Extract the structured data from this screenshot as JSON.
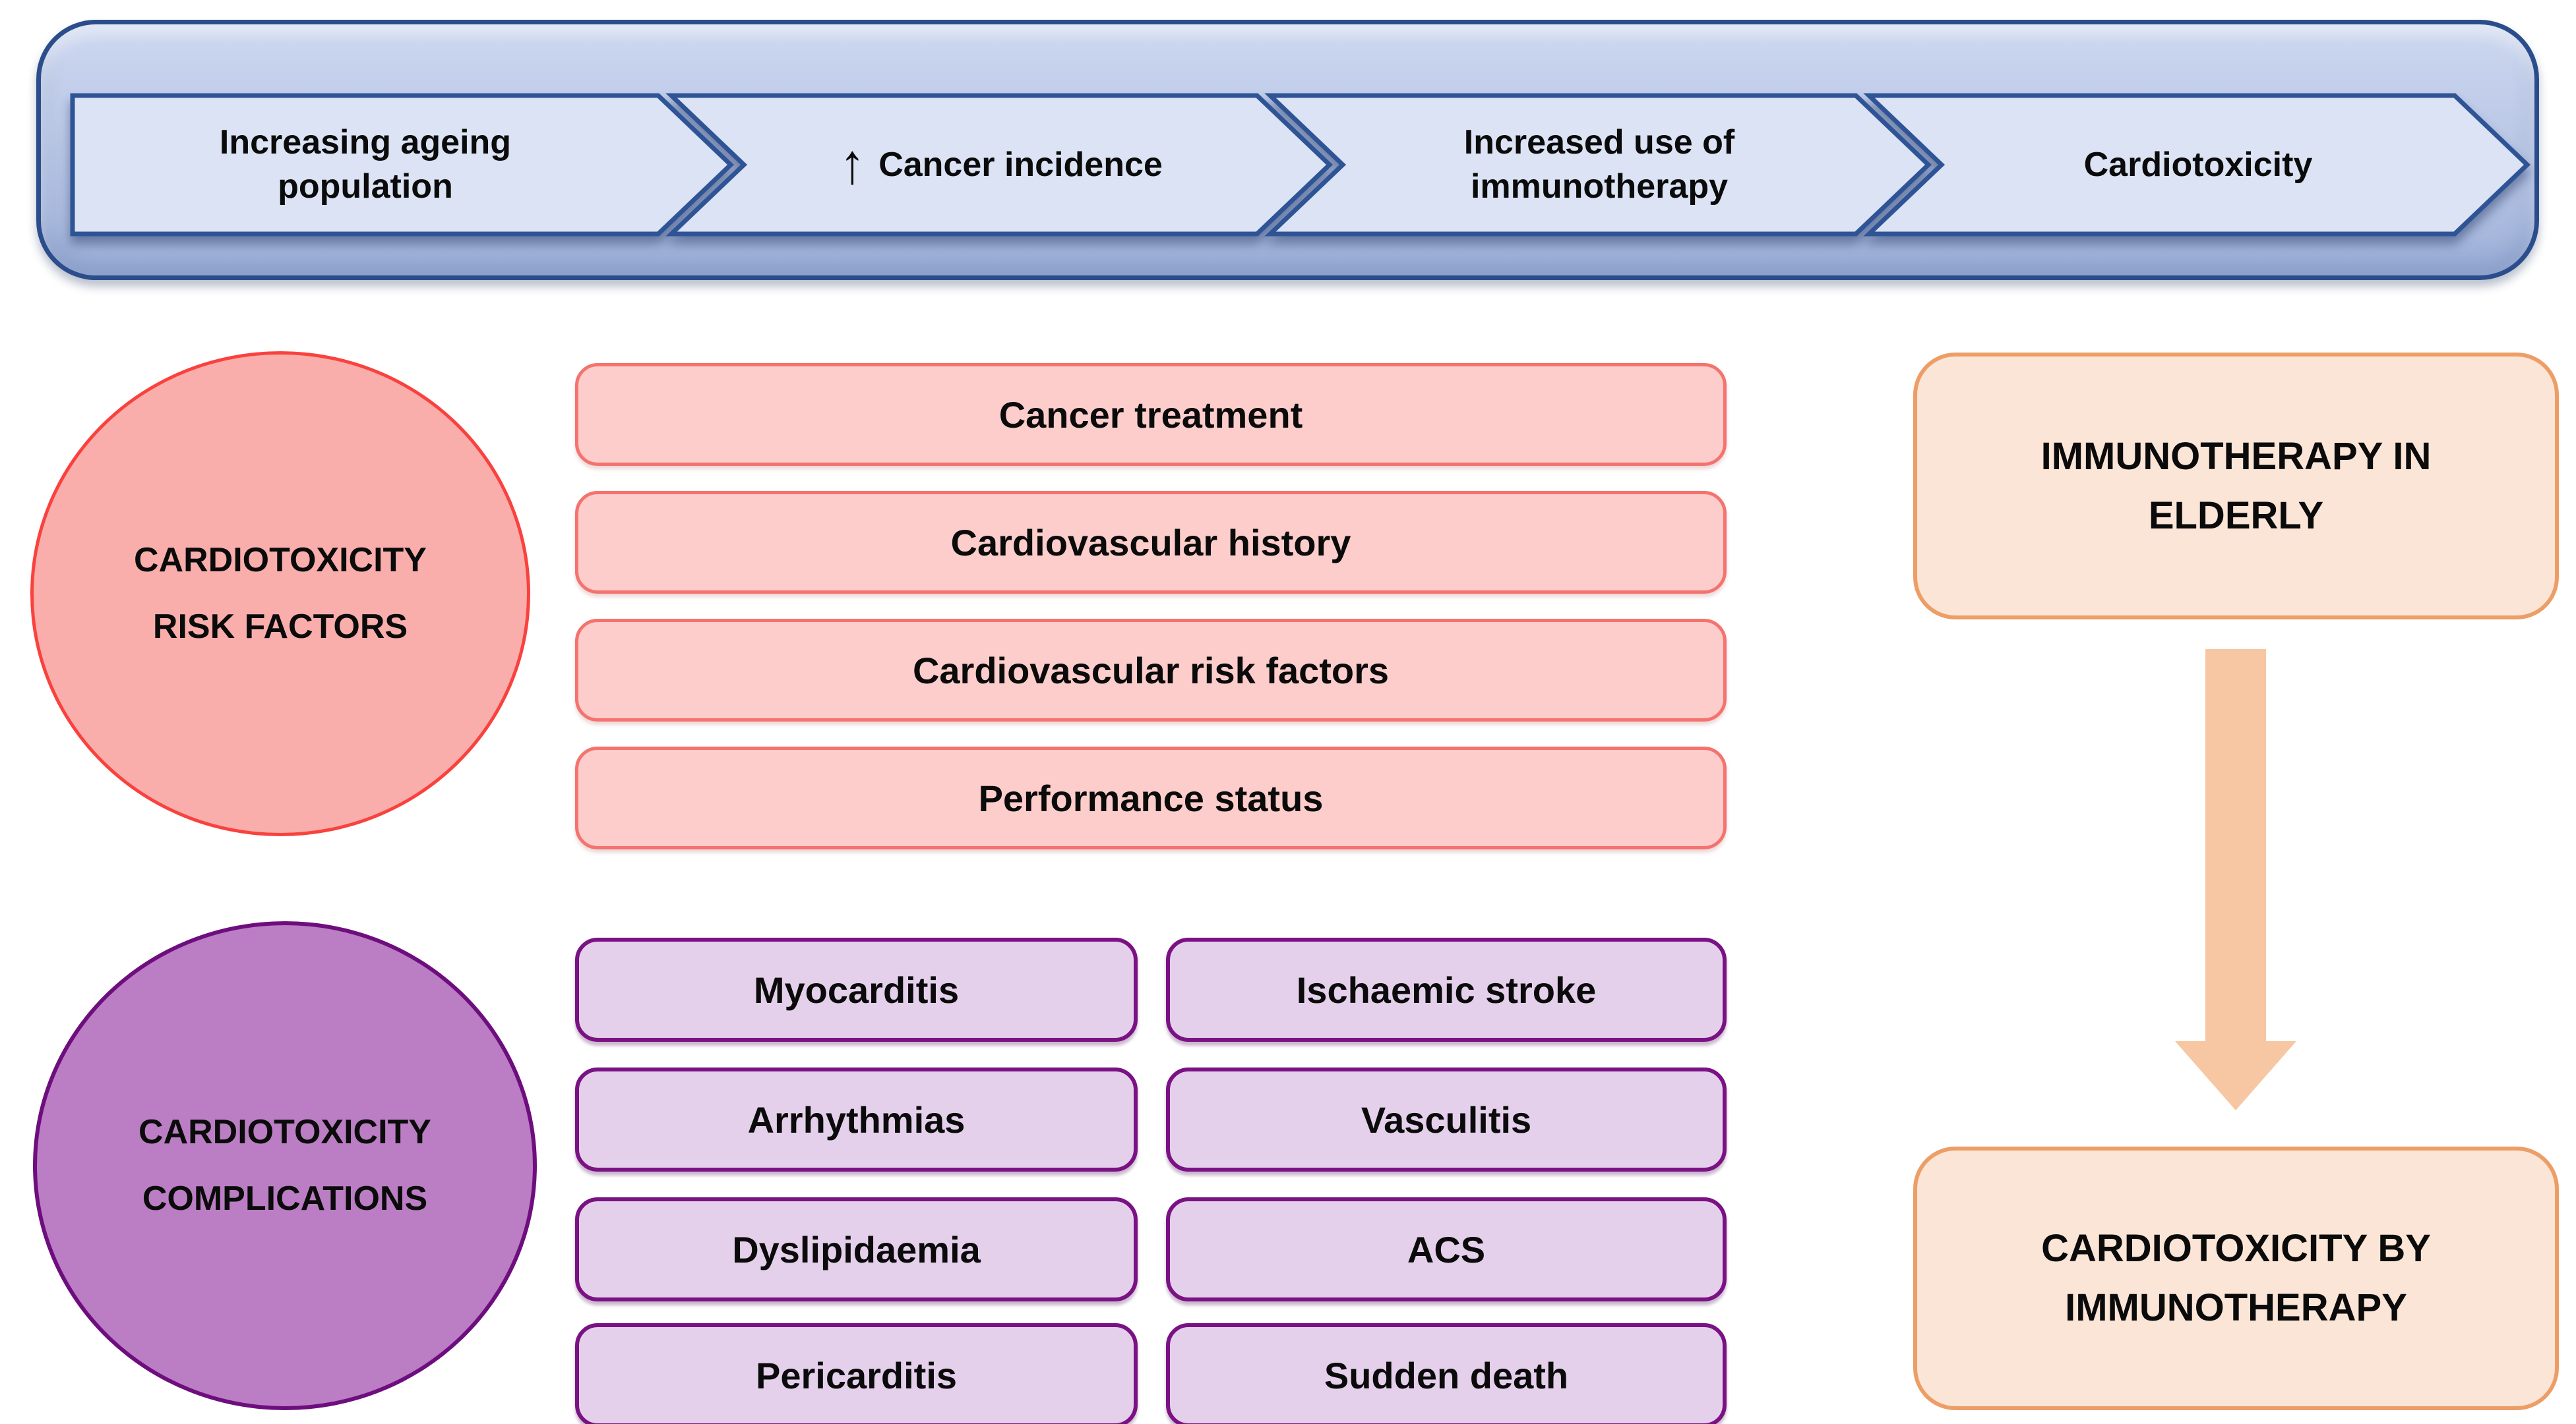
{
  "colors": {
    "banner_fill_top": "#CDD8F0",
    "banner_fill_bottom": "#9FB1D9",
    "banner_border": "#2B4D8C",
    "chevron_fill": "#DBE3F4",
    "chevron_border": "#2F5496",
    "risk_circle_fill": "#F9AEAC",
    "risk_circle_border": "#F9423E",
    "risk_box_fill": "#FCCDCB",
    "risk_box_border": "#F4736F",
    "complication_circle_fill": "#BB7EC4",
    "complication_circle_border": "#6E0E7E",
    "complication_box_fill": "#E5D0EC",
    "complication_box_border": "#7A1283",
    "elderly_box_fill": "#FBE5D7",
    "elderly_box_border": "#EC9E66",
    "arrow_fill": "#F6C7A2",
    "text": "#0B0B0B"
  },
  "icons": {
    "up_arrow": "↑"
  },
  "banner": {
    "steps": [
      {
        "line1": "Increasing ageing",
        "line2": "population"
      },
      {
        "line1": "Cancer incidence",
        "line2": ""
      },
      {
        "line1": "Increased use of",
        "line2": "immunotherapy"
      },
      {
        "line1": "Cardiotoxicity",
        "line2": ""
      }
    ]
  },
  "risk_section": {
    "circle": {
      "line1": "CARDIOTOXICITY",
      "line2": "RISK FACTORS"
    },
    "boxes": [
      "Cancer treatment",
      "Cardiovascular history",
      "Cardiovascular risk factors",
      "Performance status"
    ]
  },
  "complications_section": {
    "circle": {
      "line1": "CARDIOTOXICITY",
      "line2": "COMPLICATIONS"
    },
    "left_boxes": [
      "Myocarditis",
      "Arrhythmias",
      "Dyslipidaemia",
      "Pericarditis"
    ],
    "right_boxes": [
      "Ischaemic stroke",
      "Vasculitis",
      "ACS",
      "Sudden death"
    ]
  },
  "elderly_flow": {
    "top_box": "IMMUNOTHERAPY IN ELDERLY",
    "bottom_box": "CARDIOTOXICITY BY IMMUNOTHERAPY"
  }
}
